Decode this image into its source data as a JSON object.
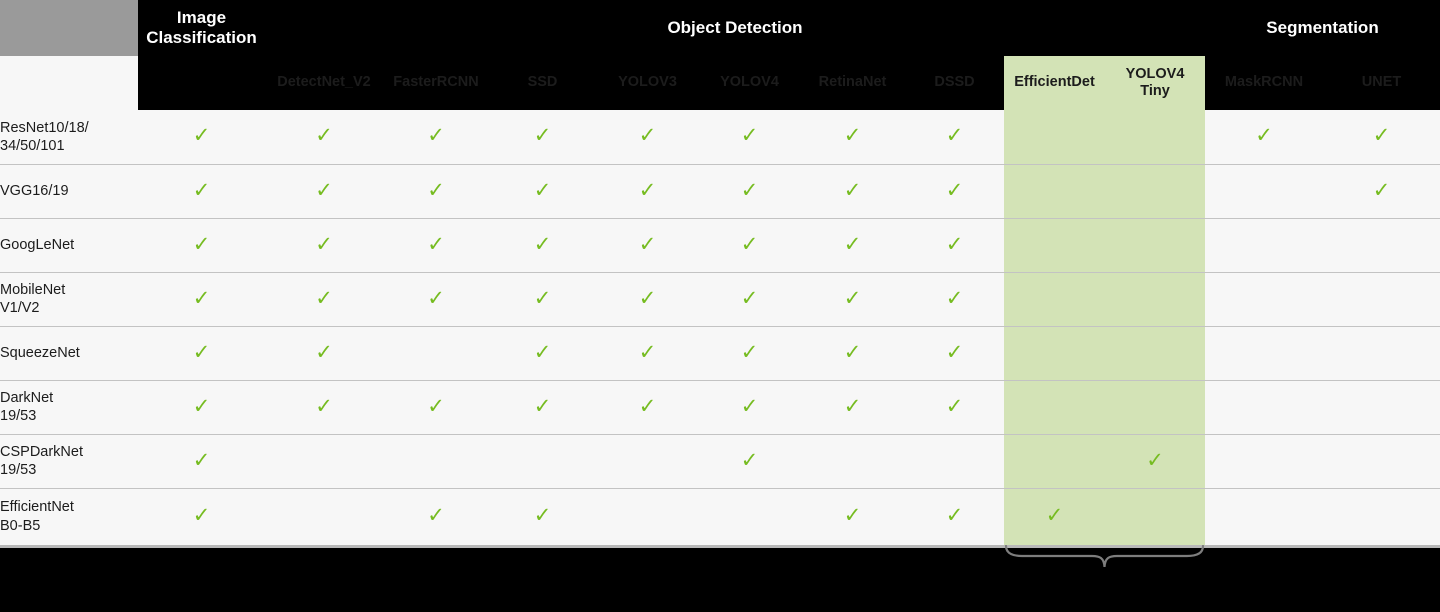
{
  "colors": {
    "header_band": "#8c8c8c",
    "highlight": "#d3e3b6",
    "check": "#76bc21",
    "row_bg": "#f7f7f7",
    "page_bg": "#000000"
  },
  "groups": [
    {
      "label": "",
      "span": 1
    },
    {
      "label": "Image Classification",
      "span": 1
    },
    {
      "label": "Object Detection",
      "span": 9
    },
    {
      "label": "Segmentation",
      "span": 2
    }
  ],
  "columns": [
    {
      "key": "rowlabel",
      "label": "",
      "group": ""
    },
    {
      "key": "image_class",
      "label": "",
      "group": "Image Classification"
    },
    {
      "key": "detectnet_v2",
      "label": "DetectNet_V2",
      "group": "Object Detection"
    },
    {
      "key": "fasterrcnn",
      "label": "FasterRCNN",
      "group": "Object Detection"
    },
    {
      "key": "ssd",
      "label": "SSD",
      "group": "Object Detection"
    },
    {
      "key": "yolov3",
      "label": "YOLOV3",
      "group": "Object Detection"
    },
    {
      "key": "yolov4",
      "label": "YOLOV4",
      "group": "Object Detection"
    },
    {
      "key": "retinanet",
      "label": "RetinaNet",
      "group": "Object Detection"
    },
    {
      "key": "dssd",
      "label": "DSSD",
      "group": "Object Detection"
    },
    {
      "key": "efficientdet",
      "label": "EfficientDet",
      "group": "Object Detection"
    },
    {
      "key": "yolov4_tiny",
      "label": "YOLOV4\nTiny",
      "group": "Object Detection"
    },
    {
      "key": "maskrcnn",
      "label": "MaskRCNN",
      "group": "Segmentation"
    },
    {
      "key": "unet",
      "label": "UNET",
      "group": "Segmentation"
    }
  ],
  "check_glyph": "✓",
  "rows": [
    {
      "label": "ResNet10/18/\n34/50/101",
      "cells": [
        true,
        true,
        true,
        true,
        true,
        true,
        true,
        true,
        false,
        false,
        true,
        true
      ]
    },
    {
      "label": "VGG16/19",
      "cells": [
        true,
        true,
        true,
        true,
        true,
        true,
        true,
        true,
        false,
        false,
        false,
        true
      ]
    },
    {
      "label": "GoogLeNet",
      "cells": [
        true,
        true,
        true,
        true,
        true,
        true,
        true,
        true,
        false,
        false,
        false,
        false
      ]
    },
    {
      "label": "MobileNet\nV1/V2",
      "cells": [
        true,
        true,
        true,
        true,
        true,
        true,
        true,
        true,
        false,
        false,
        false,
        false
      ]
    },
    {
      "label": "SqueezeNet",
      "cells": [
        true,
        true,
        false,
        true,
        true,
        true,
        true,
        true,
        false,
        false,
        false,
        false
      ]
    },
    {
      "label": "DarkNet\n19/53",
      "cells": [
        true,
        true,
        true,
        true,
        true,
        true,
        true,
        true,
        false,
        false,
        false,
        false
      ]
    },
    {
      "label": "CSPDarkNet\n19/53",
      "cells": [
        true,
        false,
        false,
        false,
        false,
        true,
        false,
        false,
        false,
        true,
        false,
        false
      ]
    },
    {
      "label": "EfficientNet\nB0-B5",
      "cells": [
        true,
        false,
        true,
        true,
        false,
        false,
        true,
        true,
        true,
        false,
        false,
        false
      ]
    }
  ],
  "highlight": {
    "columns": [
      "EfficientDet",
      "YOLOV4 Tiny"
    ],
    "brace_label": ""
  }
}
